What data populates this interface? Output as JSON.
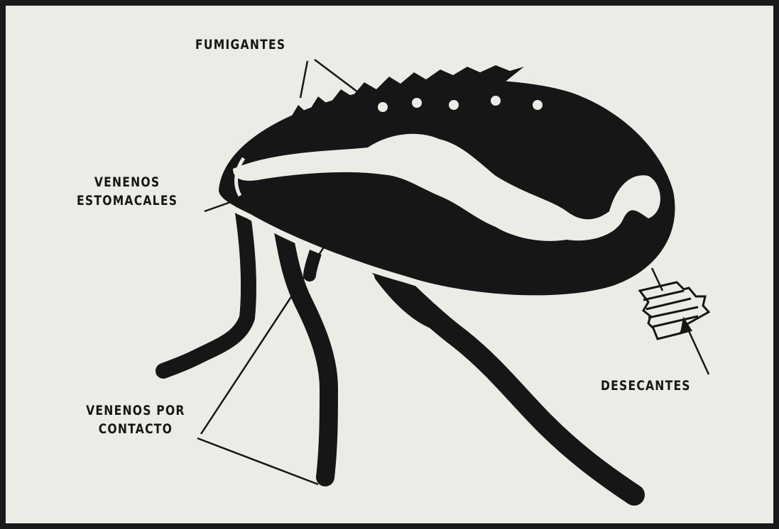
{
  "labels": {
    "fumigantes": "FUMIGANTES",
    "venenos_estomacales": [
      "VENENOS",
      "ESTOMACALES"
    ],
    "venenos_por_contacto": [
      "VENENOS POR",
      "CONTACTO"
    ],
    "desecantes": "DESECANTES"
  },
  "colors": {
    "paper": "#ecebe6",
    "ink": "#161616",
    "frame": "#1a1a1a"
  }
}
